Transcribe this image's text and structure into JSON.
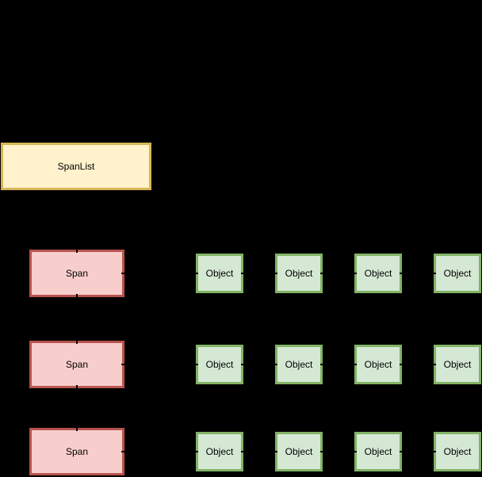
{
  "diagram": {
    "background_color": "#000000",
    "text_color": "#000000",
    "spanlist": {
      "label": "SpanList",
      "fill": "#fff2cc",
      "stroke": "#d6b656"
    },
    "spans": [
      {
        "label": "Span"
      },
      {
        "label": "Span"
      },
      {
        "label": "Span"
      }
    ],
    "span_style": {
      "fill": "#f8cecc",
      "stroke": "#b85450"
    },
    "object_rows": [
      {
        "cells": [
          "Object",
          "Object",
          "Object",
          "Object"
        ]
      },
      {
        "cells": [
          "Object",
          "Object",
          "Object",
          "Object"
        ]
      },
      {
        "cells": [
          "Object",
          "Object",
          "Object",
          "Object"
        ]
      }
    ],
    "object_style": {
      "fill": "#d5e8d4",
      "stroke": "#82b366"
    },
    "connector_color": "#000000"
  }
}
